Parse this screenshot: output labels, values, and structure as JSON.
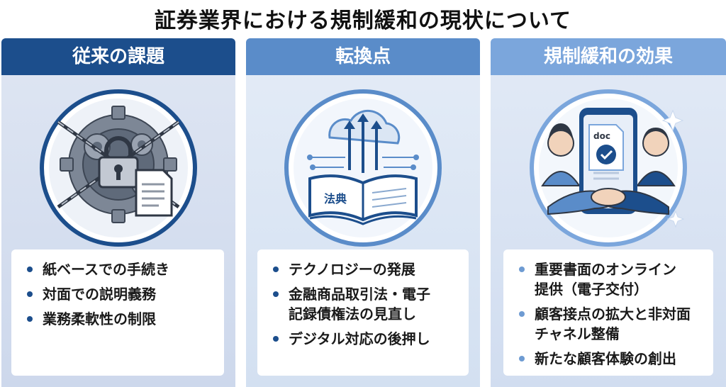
{
  "title": "証券業界における規制緩和の現状について",
  "panels": [
    {
      "header": "従来の課題",
      "items": [
        "紙ベースでの手続き",
        "対面での説明義務",
        "業務柔軟性の制限"
      ]
    },
    {
      "header": "転換点",
      "book_label": "法典",
      "items": [
        "テクノロジーの発展",
        "金融商品取引法・電子\n記録債権法の見直し",
        "デジタル対応の後押し"
      ]
    },
    {
      "header": "規制緩和の効果",
      "doc_label": "doc",
      "items": [
        "重要書面のオンライン\n提供（電子交付）",
        "顧客接点の拡大と非対面\nチャネル整備",
        "新たな顧客体験の創出"
      ]
    }
  ],
  "colors": {
    "dark_blue": "#1c4e8c",
    "mid_blue": "#5a8cc9",
    "light_blue": "#7ba6dc"
  }
}
